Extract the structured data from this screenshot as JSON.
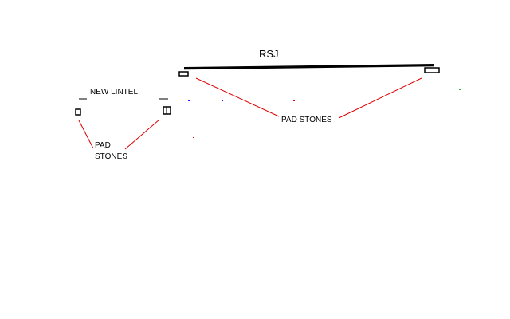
{
  "labels": {
    "rsj": "RSJ",
    "new_lintel": "NEW LINTEL",
    "pad_stones_line1": "PAD",
    "pad_stones_line2": "STONES",
    "pad_stones_right": "PAD STONES"
  },
  "colors": {
    "background": "#ffffff",
    "structure": "#000000",
    "leader_lines": "#e00000",
    "stray_blue": "#1a1aff",
    "stray_green": "#22bb22"
  }
}
